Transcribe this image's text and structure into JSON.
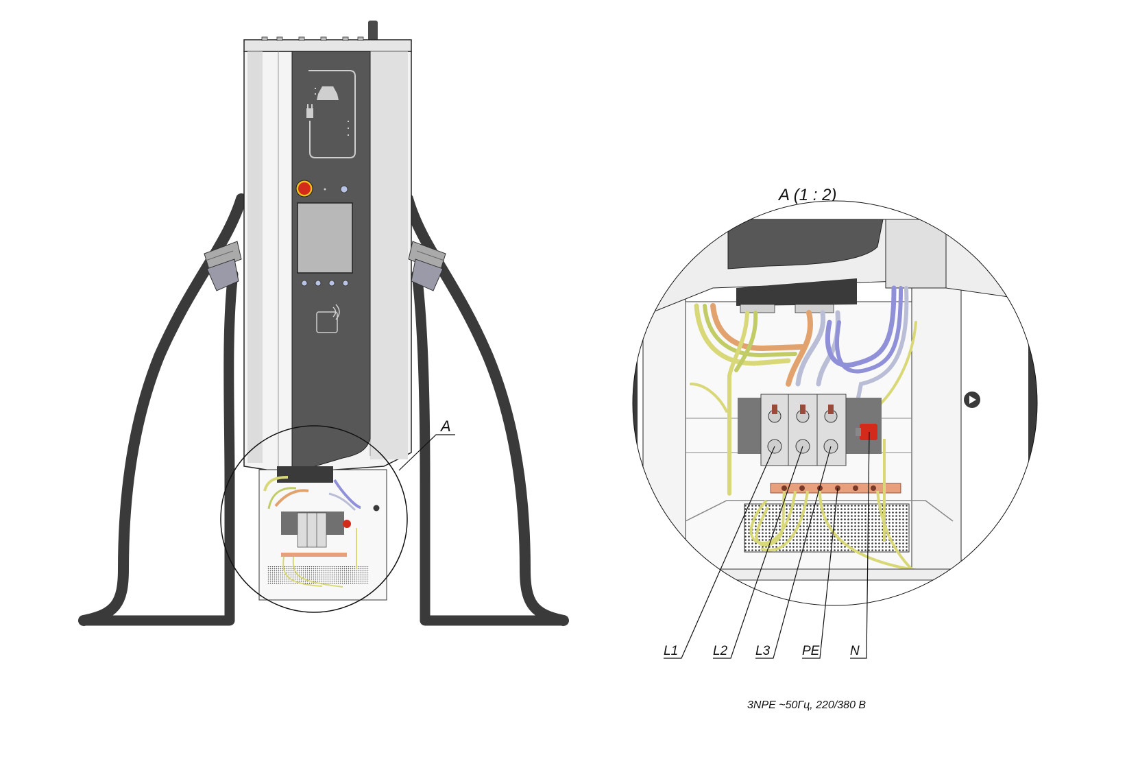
{
  "callout": {
    "label": "A"
  },
  "detail": {
    "title": "A (1 : 2)"
  },
  "terminals": {
    "l1": "L1",
    "l2": "L2",
    "l3": "L3",
    "pe": "PE",
    "n": "N"
  },
  "supply": {
    "spec": "3NPE ~50Гц,  220/380 В"
  },
  "colors": {
    "cable": "#3a3a3a",
    "panel": "#575757",
    "body": "#f4f4f4",
    "copper_bar": "#e8a07c",
    "estop": "#d42a1c",
    "wire_yellow_green": "#d8d878",
    "wire_orange": "#e2a26e",
    "wire_blue": "#8f90d8",
    "wire_grey": "#b9bdd6"
  },
  "icons": [
    "car-icon",
    "plug-icon",
    "rfid-icon",
    "emergency-stop-icon",
    "play-button-icon"
  ]
}
